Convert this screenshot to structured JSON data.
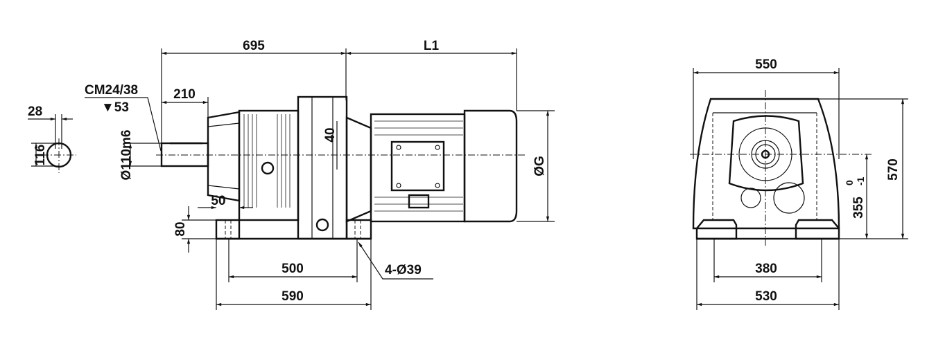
{
  "front_view": {
    "dim_overall_length": "695",
    "dim_motor_length": "L1",
    "dim_shaft_length": "210",
    "thread_spec": "CM24/38",
    "thread_depth": "▼53",
    "shaft_diameter": "Ø110m6",
    "dim_height_offset": "40",
    "dim_foot_offset": "50",
    "dim_foot_height": "80",
    "dim_motor_diameter": "ØG",
    "dim_hole_spacing": "500",
    "dim_base_length": "590",
    "mounting_holes": "4-Ø39"
  },
  "shaft_section": {
    "key_width": "28",
    "key_height": "116"
  },
  "side_view": {
    "dim_width": "550",
    "dim_base_width": "530",
    "dim_hole_spacing": "380",
    "dim_total_height": "570",
    "dim_center_height": "355",
    "tolerance_upper": "0",
    "tolerance_lower": "-1"
  }
}
